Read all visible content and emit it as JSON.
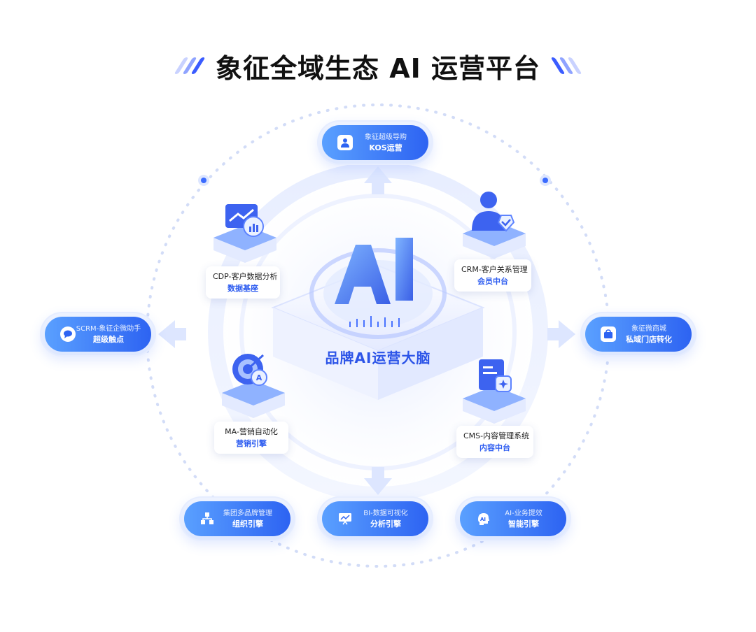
{
  "title": {
    "text": "象征全域生态 AI 运营平台",
    "left_slash_colors": [
      "#c9d2ff",
      "#8fa3ff",
      "#3b5cff"
    ],
    "right_slash_colors": [
      "#3b5cff",
      "#8fa3ff",
      "#c9d2ff"
    ]
  },
  "center": {
    "label": "品牌AI运营大脑",
    "logo_text": "AI"
  },
  "outer_nodes": {
    "top": {
      "sub": "象征超级导购",
      "main": "KOS运营",
      "icon": "person-icon"
    },
    "left": {
      "sub": "SCRM-象征企微助手",
      "main": "超级触点",
      "icon": "chat-icon"
    },
    "right": {
      "sub": "象征微商城",
      "main": "私域门店转化",
      "icon": "shopping-bag-icon"
    },
    "bottom_left": {
      "sub": "集团多品牌管理",
      "main": "组织引擎",
      "icon": "org-chart-icon"
    },
    "bottom_mid": {
      "sub": "BI-数据可视化",
      "main": "分析引擎",
      "icon": "presentation-icon"
    },
    "bottom_right": {
      "sub": "AI-业务提效",
      "main": "智能引擎",
      "icon": "ai-head-icon"
    }
  },
  "inner_nodes": {
    "cdp": {
      "sub": "CDP-客户数据分析",
      "main": "数据基座",
      "icon": "chart-monitor-icon"
    },
    "crm": {
      "sub": "CRM-客户关系管理",
      "main": "会员中台",
      "icon": "user-shield-icon"
    },
    "ma": {
      "sub": "MA-营销自动化",
      "main": "营销引擎",
      "icon": "target-icon"
    },
    "cms": {
      "sub": "CMS-内容管理系统",
      "main": "内容中台",
      "icon": "document-icon"
    }
  },
  "colors": {
    "accent": "#2d63f2",
    "accent_light": "#5aa0ff",
    "text_dark": "#111111"
  }
}
